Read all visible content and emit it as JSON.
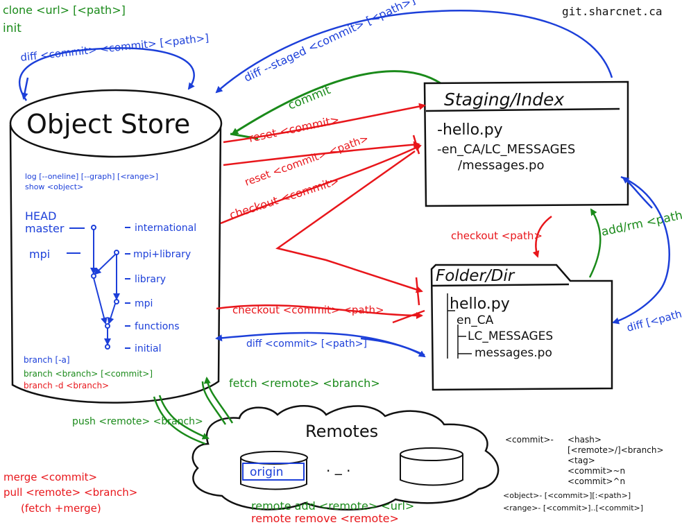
{
  "colors": {
    "blue": "#1c3fd9",
    "red": "#e8161b",
    "green": "#1a8a1a",
    "black": "#111111"
  },
  "top": {
    "clone": "clone <url> [<path>]",
    "init": "init",
    "site": "git.sharcnet.ca",
    "diff_commits": "diff <commit> <commit> [<path>]",
    "diff_staged": "diff --staged <commit> [<path>]"
  },
  "object_store": {
    "title": "Object Store",
    "log": "log [--oneline] [--graph] [<range>]",
    "show": "show <object>",
    "head": "HEAD",
    "master": "master",
    "mpi": "mpi",
    "commits": [
      "international",
      "mpi+library",
      "library",
      "mpi",
      "functions",
      "initial"
    ],
    "branch_a": "branch [-a]",
    "branch_create": "branch <branch> [<commit>]",
    "branch_delete": "branch -d <branch>"
  },
  "staging": {
    "title": "Staging/Index",
    "files": [
      "-hello.py",
      "-en_CA/LC_MESSAGES",
      "/messages.po"
    ]
  },
  "folder": {
    "title": "Folder/Dir",
    "files": [
      "hello.py",
      "en_CA",
      "LC_MESSAGES",
      "messages.po"
    ]
  },
  "remotes": {
    "title": "Remotes",
    "origin": "origin",
    "dots": ". _ ."
  },
  "arrows": {
    "commit": "commit",
    "reset": "reset <commit>",
    "reset_path": "reset <commit> <path>",
    "checkout_commit": "checkout <commit>",
    "checkout_path": "checkout <path>",
    "checkout_commit_path": "checkout <commit> <path>",
    "diff_commit_path": "diff <commit> [<path>]",
    "add_rm": "add/rm <path>",
    "diff_path": "diff [<path>]",
    "fetch": "fetch <remote> <branch>",
    "push": "push <remote> <branch>"
  },
  "merge": {
    "merge": "merge <commit>",
    "pull": "pull <remote> <branch>",
    "fetch_merge": "(fetch +merge)"
  },
  "remote_cmds": {
    "add": "remote add <remote> <url>",
    "remove": "remote remove <remote>"
  },
  "legend": {
    "commit_label": "<commit>-",
    "commit_items": [
      "<hash>",
      "[<remote>/]<branch>",
      "<tag>",
      "<commit>~n",
      "<commit>^n"
    ],
    "object": "<object>- [<commit>][:<path>]",
    "range": "<range>- [<commit>]..[<commit>]"
  }
}
